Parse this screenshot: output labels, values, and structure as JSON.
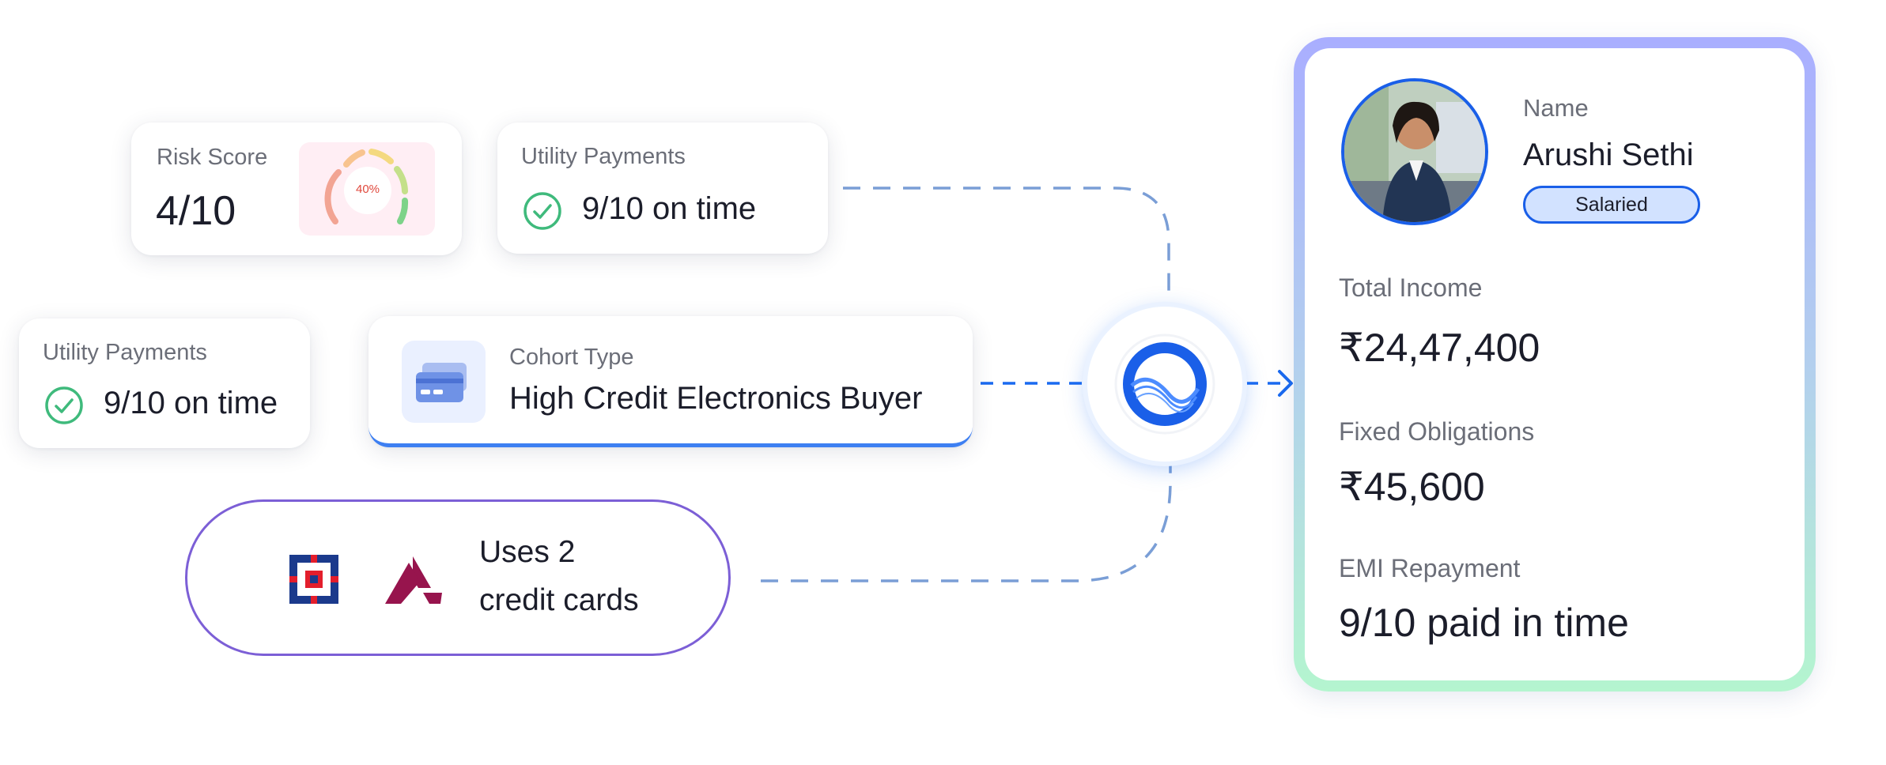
{
  "risk": {
    "label": "Risk Score",
    "value": "4/10",
    "gauge_percent_label": "40%",
    "gauge_level": 0.4
  },
  "utility_top": {
    "label": "Utility Payments",
    "value": "9/10 on time"
  },
  "utility_left": {
    "label": "Utility Payments",
    "value": "9/10 on time"
  },
  "cohort": {
    "label": "Cohort Type",
    "value": "High Credit Electronics Buyer",
    "icon": "credit-card-icon"
  },
  "credit_cards": {
    "line1": "Uses 2",
    "line2": "credit cards",
    "bank_logos": [
      "hdfc-bank-logo",
      "axis-bank-logo"
    ]
  },
  "hub": {
    "icon": "hub-logo-icon"
  },
  "profile": {
    "name_label": "Name",
    "name": "Arushi Sethi",
    "badge": "Salaried",
    "total_income_label": "Total Income",
    "total_income": "₹24,47,400",
    "fixed_obligations_label": "Fixed Obligations",
    "fixed_obligations": "₹45,600",
    "emi_label": "EMI Repayment",
    "emi_value": "9/10 paid in time"
  },
  "colors": {
    "accent_blue": "#1a6af0",
    "check_green": "#3fba7c",
    "purple_border": "#7c5fd6",
    "dash_blue": "#7a9ed6",
    "badge_fill": "#d2e2ff"
  }
}
